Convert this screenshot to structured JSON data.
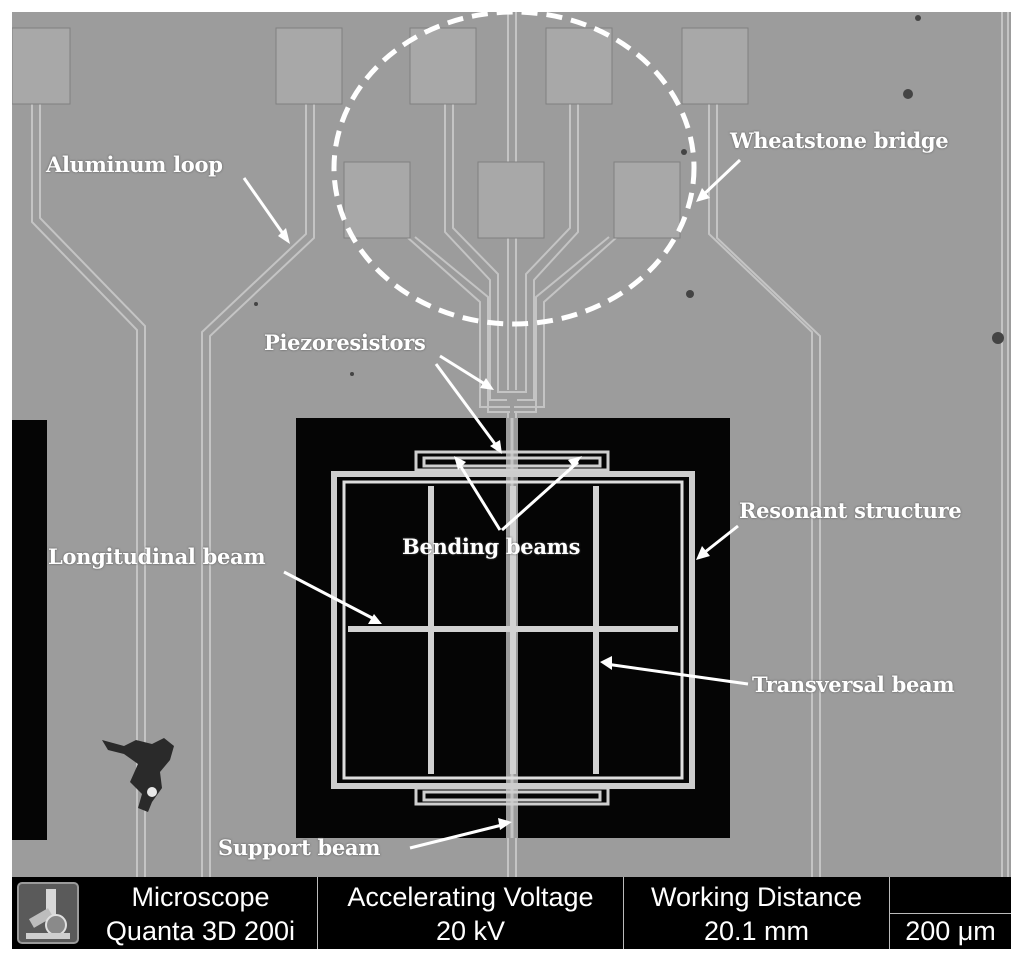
{
  "labels": {
    "aluminum_loop": "Aluminum loop",
    "wheatstone_bridge": "Wheatstone bridge",
    "piezoresistors": "Piezoresistors",
    "bending_beams": "Bending beams",
    "resonant_structure": "Resonant structure",
    "longitudinal_beam": "Longitudinal beam",
    "transversal_beam": "Transversal beam",
    "support_beam": "Support beam"
  },
  "infobar": {
    "microscope_header": "Microscope",
    "microscope_value": "Quanta 3D 200i",
    "voltage_header": "Accelerating Voltage",
    "voltage_value": "20 kV",
    "distance_header": "Working Distance",
    "distance_value": "20.1 mm",
    "scale_value": "200 μm",
    "logo_icon": "microscope-logo-icon"
  },
  "colors": {
    "substrate": "#9c9c9c",
    "trench": "#050505",
    "beam": "#c9c9c9",
    "annotation": "#ffffff",
    "infobar": "#000000"
  }
}
